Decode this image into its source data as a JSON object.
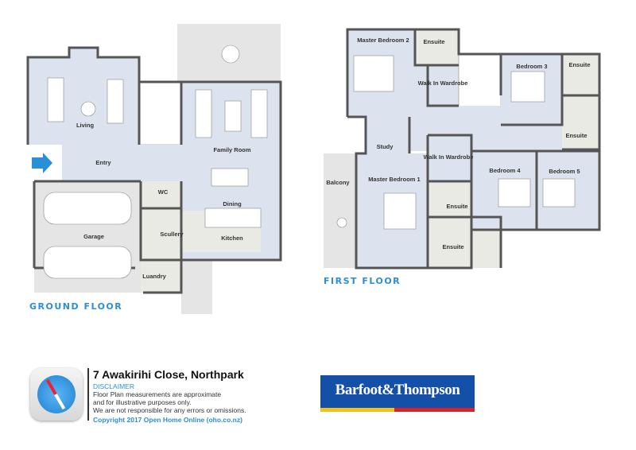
{
  "ground_floor": {
    "title": "GROUND FLOOR",
    "rooms": {
      "living": "Living",
      "family_room": "Family Room",
      "entry": "Entry",
      "wc": "WC",
      "dining": "Dining",
      "garage": "Garage",
      "scullery": "Scullery",
      "kitchen": "Kitchen",
      "laundry": "Luandry"
    },
    "entry_arrow_color": "#2a8fd6"
  },
  "first_floor": {
    "title": "FIRST FLOOR",
    "rooms": {
      "master_bedroom_2": "Master Bedroom 2",
      "ensuite_mb2": "Ensuite",
      "walk_in_wardrobe_2": "Walk In Wardrobe",
      "bedroom_3": "Bedroom 3",
      "ensuite_b3": "Ensuite",
      "ensuite_b5": "Ensuite",
      "study": "Study",
      "walk_in_wardrobe_1": "Walk In Wardrobe",
      "balcony": "Balcony",
      "master_bedroom_1": "Master Bedroom 1",
      "bedroom_4": "Bedroom 4",
      "bedroom_5": "Bedroom 5",
      "ensuite_mb1_a": "Ensuite",
      "ensuite_mb1_b": "Ensuite"
    }
  },
  "footer": {
    "address": "7 Awakirihi Close, Northpark",
    "disclaimer_title": "DISCLAIMER",
    "disclaimer_lines": [
      "Floor Plan measurements are approximate",
      "and for illustrative purposes only.",
      "We are not responsible for any errors or omissions."
    ],
    "copyright": "Copyright  2017  Open Home Online (oho.co.nz)",
    "logo_icon": "compass-icon",
    "agency": "Barfoot&Thompson"
  }
}
